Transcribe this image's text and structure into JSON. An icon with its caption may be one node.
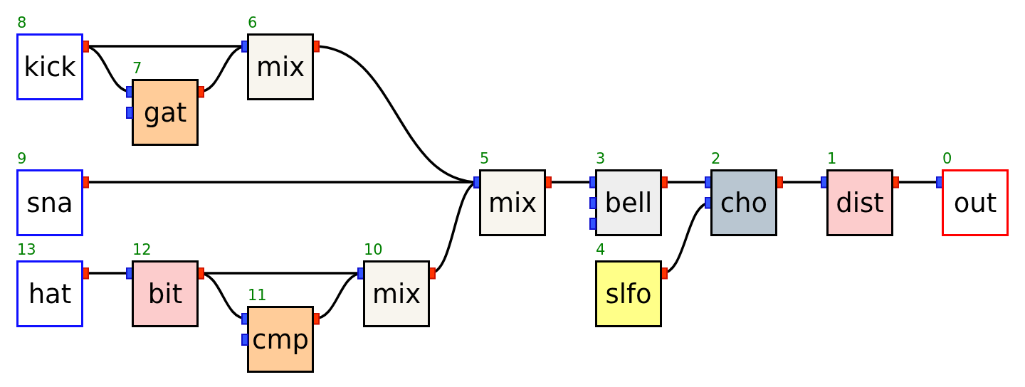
{
  "diagram": {
    "nodes": [
      {
        "text": [
          "kick"
        ],
        "beside": [
          "8"
        ]
      },
      {
        "text": [
          "gat"
        ],
        "beside": [
          "7"
        ]
      },
      {
        "text": [
          "mix"
        ],
        "beside": [
          "6"
        ]
      },
      {
        "text": [
          "sna"
        ],
        "beside": [
          "9"
        ]
      },
      {
        "text": [
          "hat"
        ],
        "beside": [
          "13"
        ]
      },
      {
        "text": [
          "bit"
        ],
        "beside": [
          "12"
        ]
      },
      {
        "text": [
          "cmp"
        ],
        "beside": [
          "11"
        ]
      },
      {
        "text": [
          "mix"
        ],
        "beside": [
          "10"
        ]
      },
      {
        "text": [
          "mix"
        ],
        "beside": [
          "5"
        ]
      },
      {
        "text": [
          "bell"
        ],
        "beside": [
          "3"
        ]
      },
      {
        "text": [
          "slfo"
        ],
        "beside": [
          "4"
        ]
      },
      {
        "text": [
          "cho"
        ],
        "beside": [
          "2"
        ]
      },
      {
        "text": [
          "dist"
        ],
        "beside": [
          "1"
        ]
      },
      {
        "text": [
          "out"
        ],
        "beside": [
          "0"
        ]
      }
    ],
    "edges": [
      {
        "from": 0,
        "to": 2,
        "arrow": "other"
      },
      {
        "from": 0,
        "to": 1,
        "arrow": "other"
      },
      {
        "from": 1,
        "to": 2,
        "arrow": "other"
      },
      {
        "from": 2,
        "to": 8,
        "arrow": "other"
      },
      {
        "from": 3,
        "to": 8,
        "arrow": "other"
      },
      {
        "from": 7,
        "to": 8,
        "arrow": "other"
      },
      {
        "from": 4,
        "to": 5,
        "arrow": "other"
      },
      {
        "from": 5,
        "to": 7,
        "arrow": "other"
      },
      {
        "from": 5,
        "to": 6,
        "arrow": "other"
      },
      {
        "from": 6,
        "to": 7,
        "arrow": "other"
      },
      {
        "from": 8,
        "to": 9,
        "arrow": "other"
      },
      {
        "from": 9,
        "to": 11,
        "arrow": "other"
      },
      {
        "from": 10,
        "to": 11,
        "arrow": "other"
      },
      {
        "from": 11,
        "to": 12,
        "arrow": "other"
      },
      {
        "from": 12,
        "to": 13,
        "arrow": "other"
      }
    ]
  }
}
